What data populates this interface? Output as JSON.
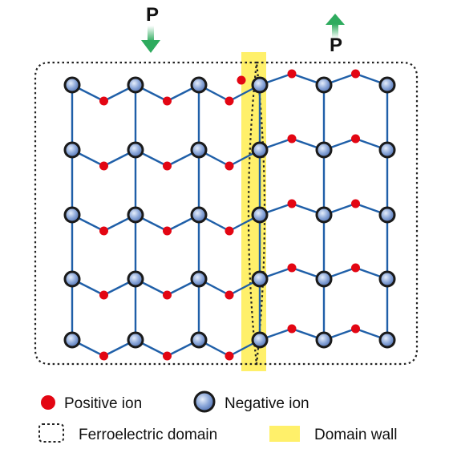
{
  "polarization_left": {
    "label": "P",
    "direction": "down"
  },
  "polarization_right": {
    "label": "P",
    "direction": "up"
  },
  "legend": {
    "positive_ion": "Positive ion",
    "negative_ion": "Negative ion",
    "ferroelectric_domain": "Ferroelectric domain",
    "domain_wall": "Domain wall"
  },
  "colors": {
    "bond": "#1f5fa8",
    "positive_ion": "#e30613",
    "negative_ion_fill": "#8aa6d8",
    "negative_ion_stroke": "#1a1a1a",
    "domain_wall": "#fff06a",
    "arrow": "#2eab5e",
    "domain_border": "#222222"
  },
  "icons": {
    "arrow_down": "arrow-down-icon",
    "arrow_up": "arrow-up-icon"
  }
}
